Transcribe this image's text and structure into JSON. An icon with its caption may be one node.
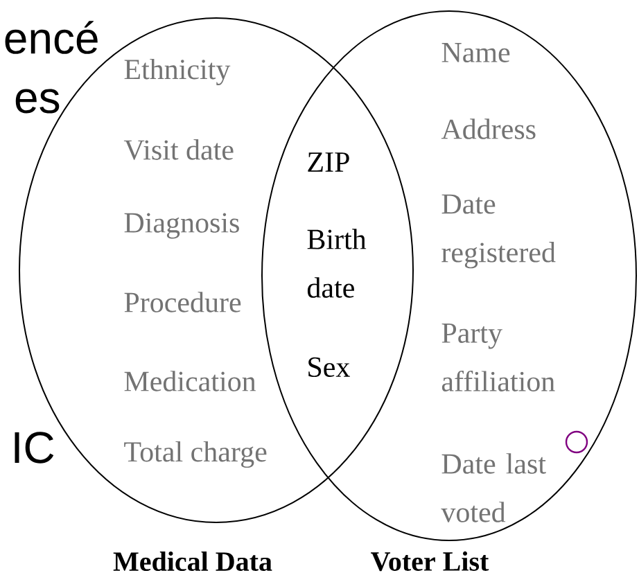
{
  "diagram": {
    "nodes": [
      {
        "text": [
          "Medical Data",
          "Ethnicity",
          "Visit date",
          "Diagnosis",
          "Procedure",
          "Medication",
          "Total charge"
        ]
      },
      {
        "text": [
          "Voter List",
          "Name",
          "Address",
          "Date registered",
          "Party affiliation",
          "Date last voted"
        ]
      }
    ],
    "edges": [],
    "labels": [
      "ZIP",
      "Birth date",
      "Sex",
      "encé",
      "es",
      "IC"
    ]
  }
}
